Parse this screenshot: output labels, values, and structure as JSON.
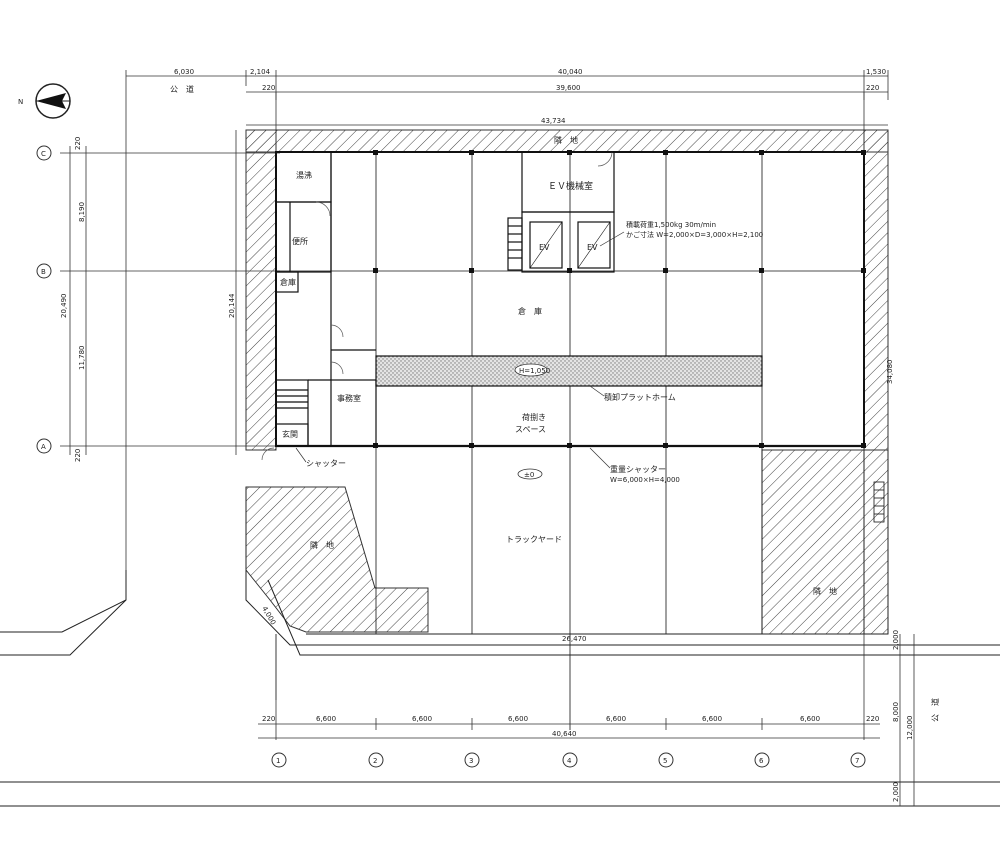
{
  "compass": {
    "north_label": "N"
  },
  "top_dims": {
    "left_setback": "6,030",
    "gap": "2,104",
    "overall": "40,040",
    "right_setback": "1,530",
    "inner": "39,600",
    "site_width": "43,734",
    "edge_left": "220",
    "edge_right": "220"
  },
  "left_dims": {
    "total": "20,490",
    "bay_upper": "8,190",
    "bay_lower": "11,780",
    "site_depth": "20,144",
    "edge_top": "220",
    "edge_bottom": "220"
  },
  "right_dims": {
    "depth": "34,080"
  },
  "bottom_dims": {
    "bays": [
      "6,600",
      "6,600",
      "6,600",
      "6,600",
      "6,600",
      "6,600"
    ],
    "total": "40,640",
    "yard": "26,470",
    "edge_left": "220",
    "edge_right": "220",
    "road_total": "12,000",
    "road_inner": "8,000",
    "road_top": "2,000",
    "road_bottom": "2,000",
    "diag": "4,000"
  },
  "grid_rows": [
    "C",
    "B",
    "A"
  ],
  "grid_cols": [
    "1",
    "2",
    "3",
    "4",
    "5",
    "6",
    "7"
  ],
  "labels": {
    "road_top": "公　道",
    "road_right": "公　道",
    "boundary_top": "隣　地",
    "boundary_left": "隣　地",
    "boundary_right": "隣　地",
    "ev_machine_room": "ＥＶ機械室",
    "ev1": "EV",
    "ev2": "EV",
    "ev_spec_1": "積載荷重1,500kg 30m/min",
    "ev_spec_2": "かご寸法 W=2,000×D=3,000×H=2,100",
    "storage": "倉　庫",
    "platform_mark": "H=1,050",
    "platform": "積卸プラットホーム",
    "loading_1": "荷捌き",
    "loading_2": "スペース",
    "heavy_shutter": "重量シャッター",
    "heavy_shutter_size": "W=6,000×H=4,000",
    "yard_mark": "±0",
    "truck_yard": "トラックヤード",
    "shutter": "シャッター",
    "office": "事務室",
    "entrance": "玄関",
    "room_top": "湯沸",
    "toilet": "便所",
    "ps": "倉庫"
  }
}
